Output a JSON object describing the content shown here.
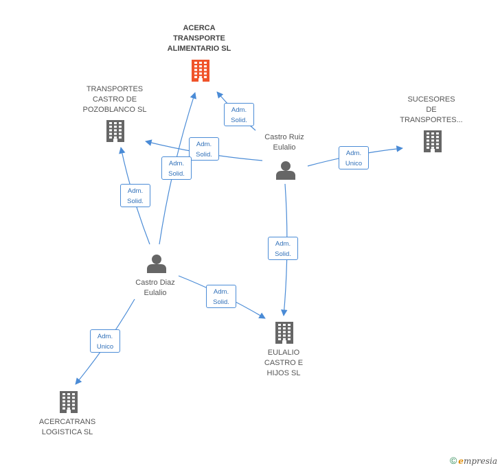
{
  "colors": {
    "edge": "#4a8bd6",
    "building_main": "#f0532a",
    "building": "#666666",
    "person": "#666666"
  },
  "nodes": [
    {
      "id": "acerca",
      "type": "company",
      "main": true,
      "label": "ACERCA\nTRANSPORTE\nALIMENTARIO SL"
    },
    {
      "id": "pozoblanco",
      "type": "company",
      "label": "TRANSPORTES\nCASTRO DE\nPOZOBLANCO SL"
    },
    {
      "id": "sucesores",
      "type": "company",
      "label": "SUCESORES\nDE\nTRANSPORTES..."
    },
    {
      "id": "ruiz",
      "type": "person",
      "label": "Castro Ruiz\nEulalio"
    },
    {
      "id": "diaz",
      "type": "person",
      "label": "Castro Diaz\nEulalio"
    },
    {
      "id": "eulalio_hijos",
      "type": "company",
      "label": "EULALIO\nCASTRO E\nHIJOS SL"
    },
    {
      "id": "acercatrans",
      "type": "company",
      "label": "ACERCATRANS\nLOGISTICA  SL"
    }
  ],
  "edges": [
    {
      "from": "ruiz",
      "to": "acerca",
      "label": "Adm.\nSolid."
    },
    {
      "from": "ruiz",
      "to": "pozoblanco",
      "label": "Adm.\nSolid."
    },
    {
      "from": "ruiz",
      "to": "sucesores",
      "label": "Adm.\nUnico"
    },
    {
      "from": "ruiz",
      "to": "eulalio_hijos",
      "label": "Adm.\nSolid."
    },
    {
      "from": "diaz",
      "to": "acerca",
      "label": "Adm.\nSolid."
    },
    {
      "from": "diaz",
      "to": "pozoblanco",
      "label": "Adm.\nSolid."
    },
    {
      "from": "diaz",
      "to": "eulalio_hijos",
      "label": "Adm.\nSolid."
    },
    {
      "from": "diaz",
      "to": "acercatrans",
      "label": "Adm.\nUnico"
    }
  ],
  "footer": {
    "copyright": "©",
    "brand_initial": "e",
    "brand_rest": "mpresia"
  }
}
